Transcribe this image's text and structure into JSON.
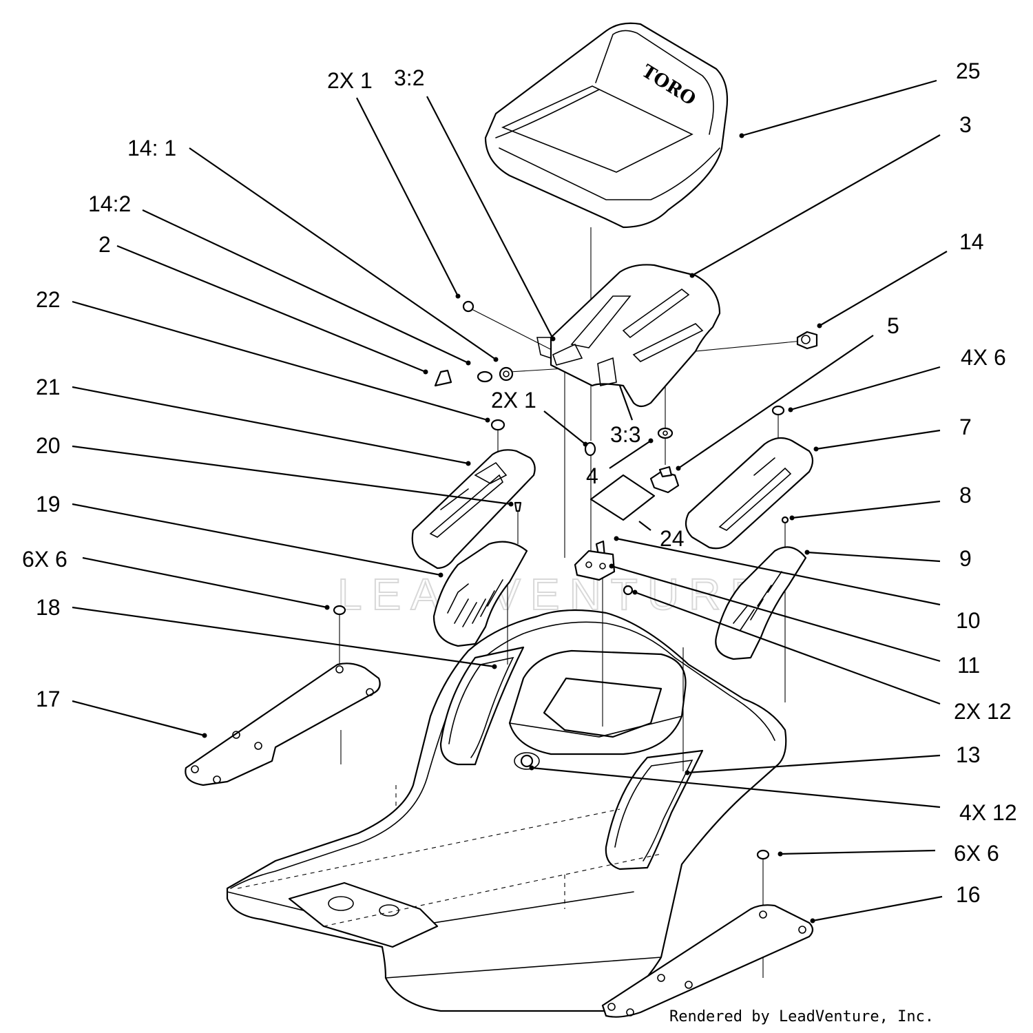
{
  "credit": "Rendered by LeadVenture, Inc.",
  "watermark": "LEADVENTURE",
  "seat_logo": "TORO",
  "callouts": [
    {
      "id": "c25",
      "text": "25"
    },
    {
      "id": "c3",
      "text": "3"
    },
    {
      "id": "c14",
      "text": "14"
    },
    {
      "id": "c5",
      "text": "5"
    },
    {
      "id": "c4x6",
      "text": "4X 6"
    },
    {
      "id": "c7",
      "text": "7"
    },
    {
      "id": "c8",
      "text": "8"
    },
    {
      "id": "c9",
      "text": "9"
    },
    {
      "id": "c10",
      "text": "10"
    },
    {
      "id": "c11",
      "text": "11"
    },
    {
      "id": "c2x12",
      "text": "2X 12"
    },
    {
      "id": "c13",
      "text": "13"
    },
    {
      "id": "c4x12",
      "text": "4X 12"
    },
    {
      "id": "c6x6r",
      "text": "6X 6"
    },
    {
      "id": "c16",
      "text": "16"
    },
    {
      "id": "c2x1a",
      "text": "2X 1"
    },
    {
      "id": "c3_2",
      "text": "3:2"
    },
    {
      "id": "c14_1",
      "text": "14: 1"
    },
    {
      "id": "c14_2",
      "text": "14:2"
    },
    {
      "id": "c2",
      "text": "2"
    },
    {
      "id": "c22",
      "text": "22"
    },
    {
      "id": "c21",
      "text": "21"
    },
    {
      "id": "c20",
      "text": "20"
    },
    {
      "id": "c19",
      "text": "19"
    },
    {
      "id": "c6x6l",
      "text": "6X 6"
    },
    {
      "id": "c18",
      "text": "18"
    },
    {
      "id": "c17",
      "text": "17"
    },
    {
      "id": "c2x1b",
      "text": "2X 1"
    },
    {
      "id": "c3_3",
      "text": "3:3"
    },
    {
      "id": "c4",
      "text": "4"
    },
    {
      "id": "c24",
      "text": "24"
    }
  ]
}
